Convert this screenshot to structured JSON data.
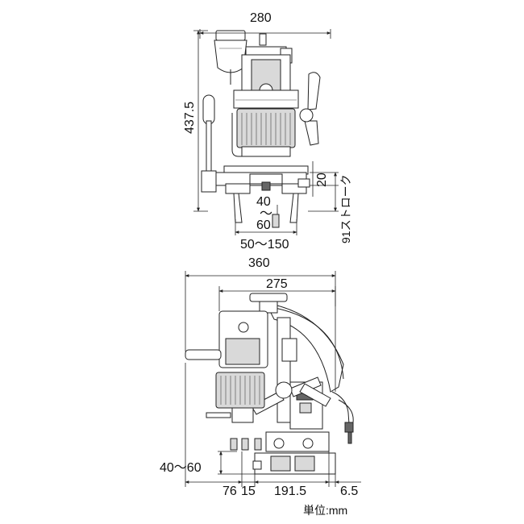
{
  "top_view": {
    "dims": {
      "width": "280",
      "height": "437.5",
      "depth_min": "40",
      "tilde": "～",
      "depth_max": "60",
      "span": "50～150",
      "offset": "20",
      "stroke": "91ストローク"
    }
  },
  "side_view": {
    "dims": {
      "total_width": "360",
      "body_width": "275",
      "range": "40～60",
      "seg_a": "76",
      "seg_b": "15",
      "seg_c": "191.5",
      "seg_d": "6.5"
    }
  },
  "unit_label": "単位:mm"
}
